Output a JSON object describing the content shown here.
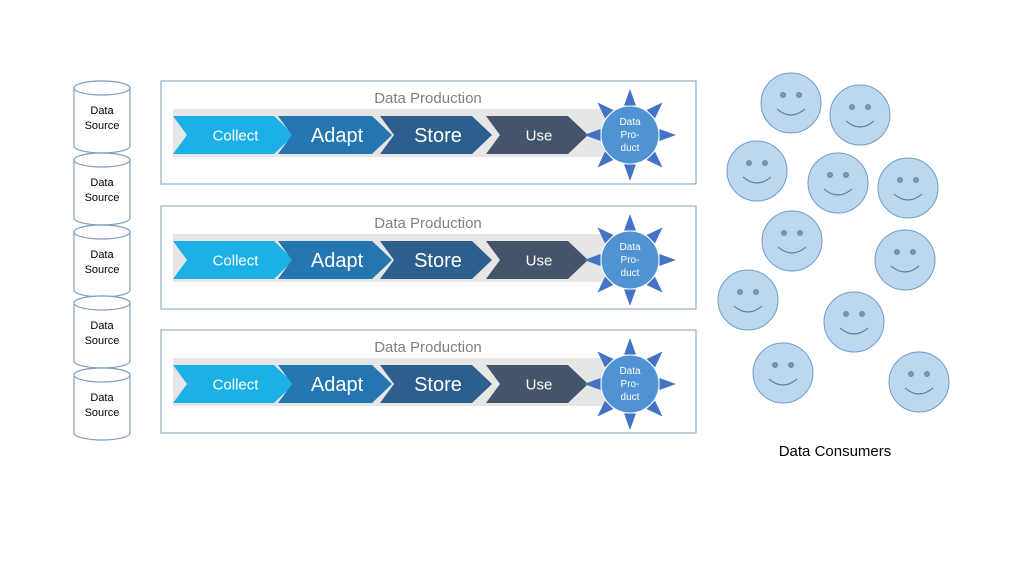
{
  "data_sources": [
    {
      "line1": "Data",
      "line2": "Source"
    },
    {
      "line1": "Data",
      "line2": "Source"
    },
    {
      "line1": "Data",
      "line2": "Source"
    },
    {
      "line1": "Data",
      "line2": "Source"
    },
    {
      "line1": "Data",
      "line2": "Source"
    }
  ],
  "pipelines": [
    {
      "title": "Data Production",
      "steps": [
        "Collect",
        "Adapt",
        "Store",
        "Use"
      ],
      "product": [
        "Data",
        "Pro-",
        "duct"
      ]
    },
    {
      "title": "Data Production",
      "steps": [
        "Collect",
        "Adapt",
        "Store",
        "Use"
      ],
      "product": [
        "Data",
        "Pro-",
        "duct"
      ]
    },
    {
      "title": "Data Production",
      "steps": [
        "Collect",
        "Adapt",
        "Store",
        "Use"
      ],
      "product": [
        "Data",
        "Pro-",
        "duct"
      ]
    }
  ],
  "consumers": {
    "label": "Data Consumers",
    "count": 11
  },
  "colors": {
    "collect": "#1cb0e6",
    "adapt": "#2475b0",
    "store": "#2c5f8e",
    "use": "#44546a",
    "product": "#4f93d2",
    "product_rays": "#4472c4",
    "face_fill": "#bdd7ee",
    "face_stroke": "#6f9bc9",
    "box_border": "#7f9fc0",
    "band": "#e6e6e6"
  }
}
